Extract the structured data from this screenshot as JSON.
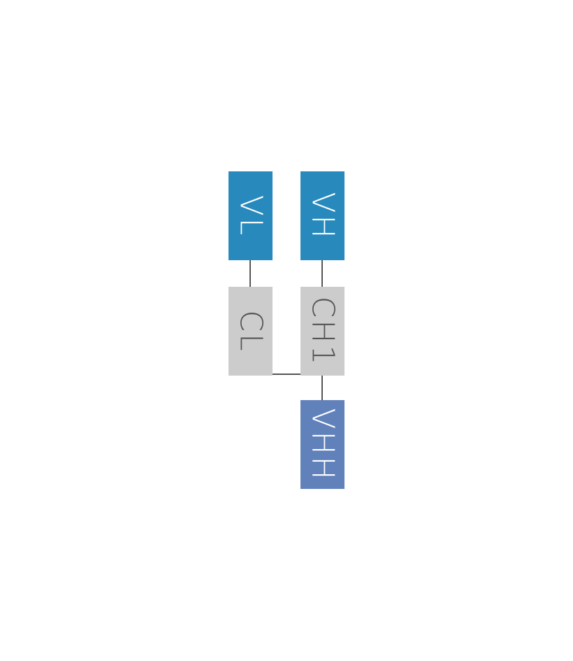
{
  "diagram": {
    "domains": {
      "vl": {
        "label": "VL",
        "color": "#2889bd"
      },
      "vh": {
        "label": "VH",
        "color": "#2889bd"
      },
      "cl": {
        "label": "CL",
        "color": "#cccccc"
      },
      "ch1": {
        "label": "CH1",
        "color": "#cccccc"
      },
      "vhh": {
        "label": "VHH",
        "color": "#6181bb"
      }
    },
    "connector_color": "#555555"
  }
}
